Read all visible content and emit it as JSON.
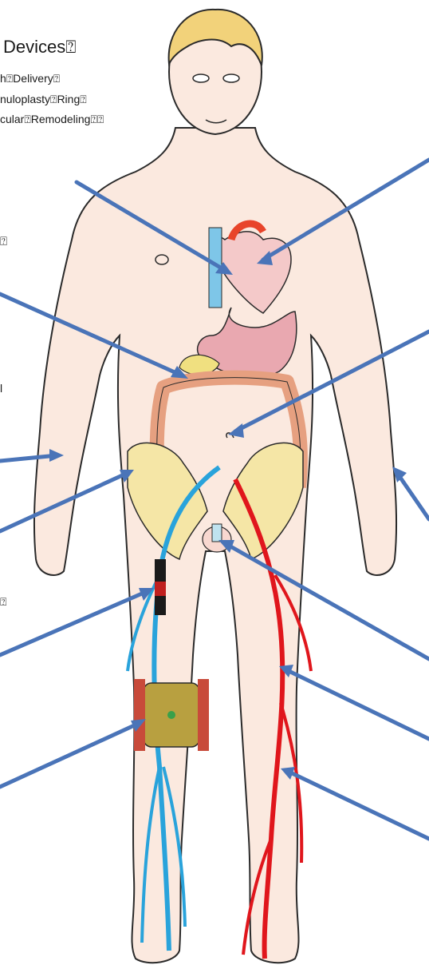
{
  "labels": {
    "devices": "Devices⍰",
    "line1": "h⍰Delivery⍰",
    "line2": "nuloplasty⍰Ring⍰",
    "line3": "cular⍰Remodeling⍰⍰",
    "marker1": "⍰",
    "marker2": "l",
    "marker3": "⍰"
  },
  "colors": {
    "arrow": "#4a74b8",
    "vein": "#29a3db",
    "artery": "#e0161c",
    "skin": "#fbe9df",
    "bone": "#f5e6a6",
    "heading": "#c41a1a"
  }
}
